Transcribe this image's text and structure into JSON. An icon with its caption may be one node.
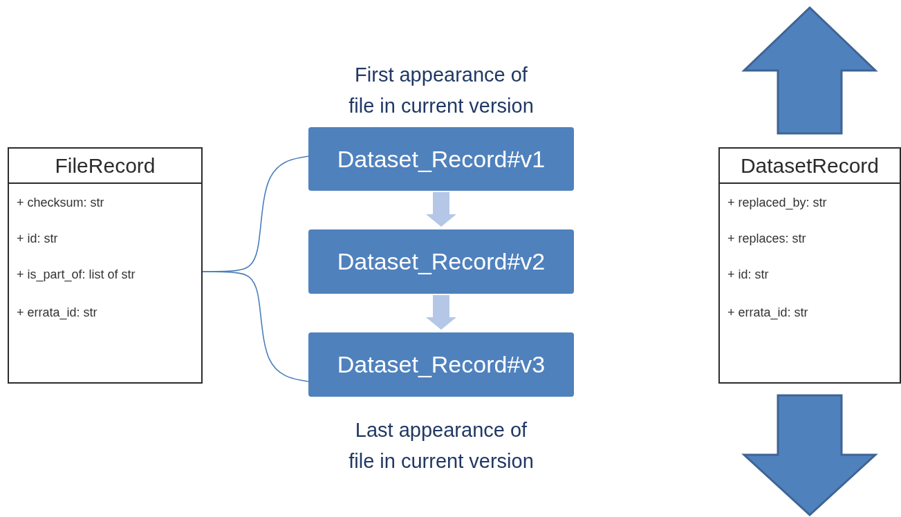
{
  "diagram": {
    "nodes": [
      {
        "text": [
          "FileRecord",
          "+ checksum: str",
          "+ id: str",
          "+ is_part_of: list of str",
          "+ errata_id: str"
        ]
      },
      {
        "text": [
          "Dataset_Record#v1"
        ],
        "beside": [
          "First appearance of file in current version"
        ]
      },
      {
        "text": [
          "Dataset_Record#v2"
        ]
      },
      {
        "text": [
          "Dataset_Record#v3"
        ],
        "beside": [
          "Last appearance of file in current version"
        ]
      },
      {
        "text": [
          "DatasetRecord",
          "+ replaced_by: str",
          "+ replaces: str",
          "+ id: str",
          "+ errata_id: str"
        ]
      }
    ],
    "edges": [
      {
        "from": 0,
        "to": 1,
        "arrow": "none"
      },
      {
        "from": 0,
        "to": 3,
        "arrow": "none"
      },
      {
        "from": 1,
        "to": 2,
        "arrow": "to",
        "style": "thick",
        "color": "#b4c7e7"
      },
      {
        "from": 2,
        "to": 3,
        "arrow": "to",
        "style": "thick",
        "color": "#b4c7e7"
      },
      {
        "from": 4,
        "to": null,
        "arrow": "to",
        "style": "thick",
        "color": "#4f81bd"
      },
      {
        "from": 4,
        "to": null,
        "arrow": "to",
        "style": "thick",
        "color": "#4f81bd"
      }
    ]
  }
}
